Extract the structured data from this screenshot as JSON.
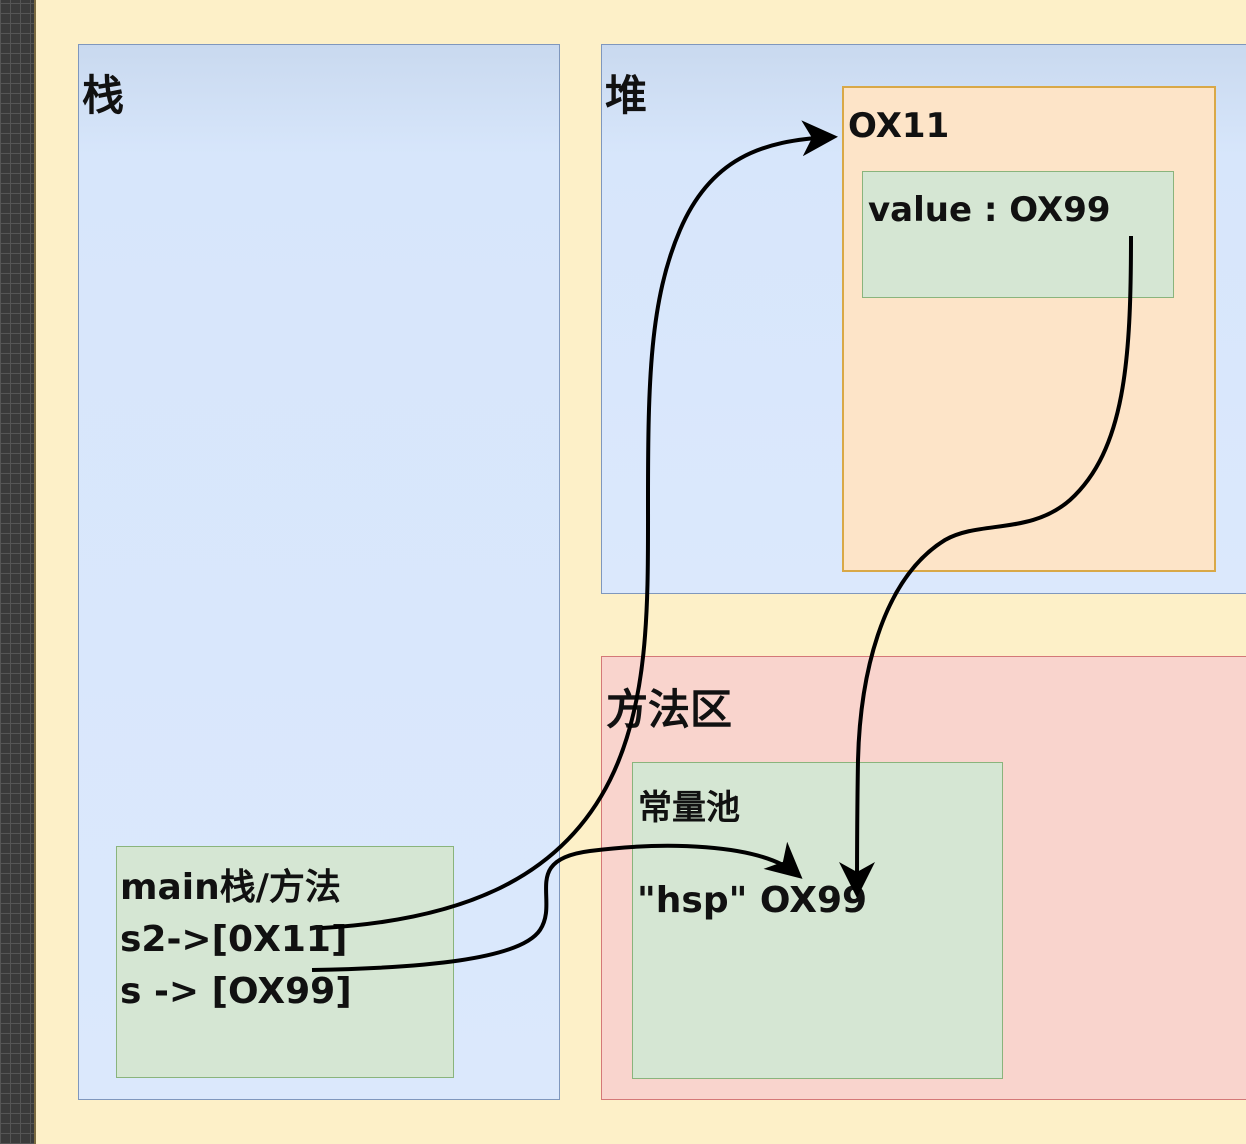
{
  "stack": {
    "title": "栈",
    "frame": {
      "title": "main栈/方法",
      "line1": "s2->[0X11]",
      "line2": "s -> [OX99]"
    }
  },
  "heap": {
    "title": "堆",
    "object": {
      "address": "OX11",
      "field": "value : OX99"
    }
  },
  "method_area": {
    "title": "方法区",
    "constant_pool": {
      "title": "常量池",
      "entry": "\"hsp\" OX99"
    }
  },
  "colors": {
    "background": "#fdf0c8",
    "stack_fill": "#dbe8fc",
    "heap_object_fill": "#fde4c8",
    "method_area_fill": "#f9d4cd",
    "green_box_fill": "#d5e6d3",
    "arrow": "#000000"
  }
}
